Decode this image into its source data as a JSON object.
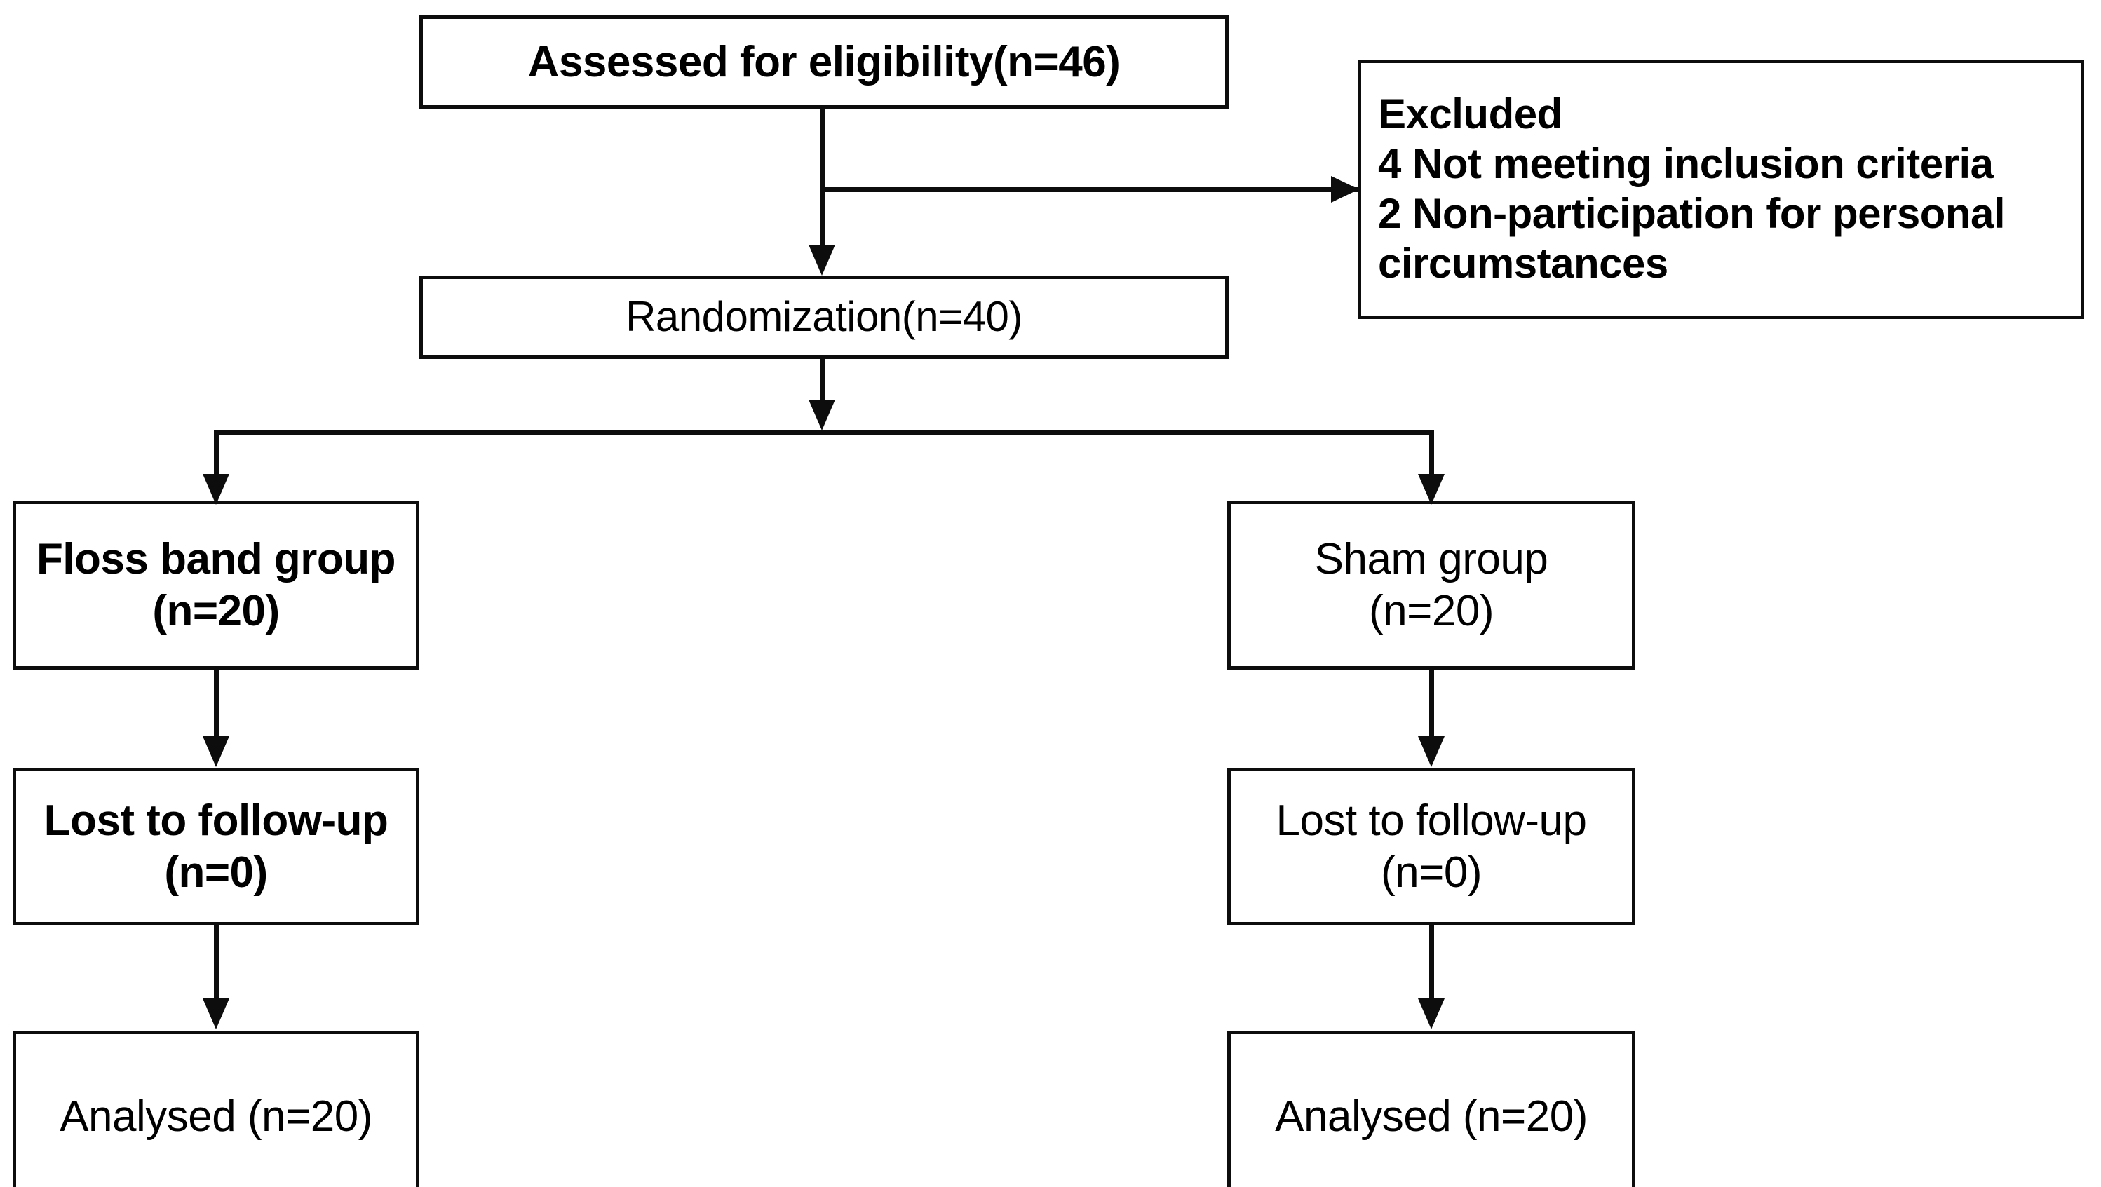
{
  "diagram": {
    "type": "consort-flow-diagram",
    "background_color": "#ffffff",
    "line_color": "#0d0d0d",
    "text_color": "#000000",
    "nodes": {
      "assessed": {
        "line1": "Assessed for eligibility(n=46)"
      },
      "excluded": {
        "line1": "Excluded",
        "line2": "4 Not meeting inclusion criteria",
        "line3": "2 Non-participation for personal",
        "line4": "circumstances"
      },
      "randomization": {
        "line1": "Randomization(n=40)"
      },
      "floss_group": {
        "line1": "Floss band group",
        "line2": "(n=20)"
      },
      "sham_group": {
        "line1": "Sham group",
        "line2": "(n=20)"
      },
      "lost_left": {
        "line1": "Lost to follow-up",
        "line2": "(n=0)"
      },
      "lost_right": {
        "line1": "Lost to follow-up",
        "line2": "(n=0)"
      },
      "analysed_left": {
        "line1": "Analysed (n=20)"
      },
      "analysed_right": {
        "line1": "Analysed (n=20)"
      }
    },
    "connectors": [
      {
        "name": "assessed-to-randomization",
        "kind": "arrow-down"
      },
      {
        "name": "assessed-to-excluded",
        "kind": "arrow-right"
      },
      {
        "name": "randomization-split",
        "kind": "tree-split"
      },
      {
        "name": "floss-to-lost-left",
        "kind": "arrow-down"
      },
      {
        "name": "lost-left-to-analysed-left",
        "kind": "arrow-down"
      },
      {
        "name": "sham-to-lost-right",
        "kind": "arrow-down"
      },
      {
        "name": "lost-right-to-analysed-right",
        "kind": "arrow-down"
      }
    ]
  }
}
